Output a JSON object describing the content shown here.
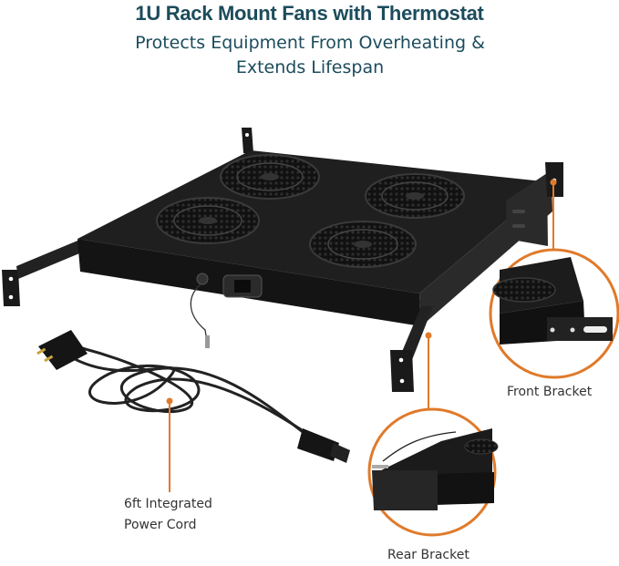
{
  "header": {
    "title": "1U Rack Mount Fans with Thermostat",
    "subtitle_line1": "Protects Equipment From Overheating &",
    "subtitle_line2": "Extends Lifespan"
  },
  "callouts": {
    "front_bracket": "Front Bracket",
    "rear_bracket": "Rear Bracket",
    "power_cord_line1": "6ft Integrated",
    "power_cord_line2": "Power Cord"
  },
  "colors": {
    "title": "#1c4c5c",
    "accent": "#e07a2a",
    "product": "#1b1b1b"
  }
}
